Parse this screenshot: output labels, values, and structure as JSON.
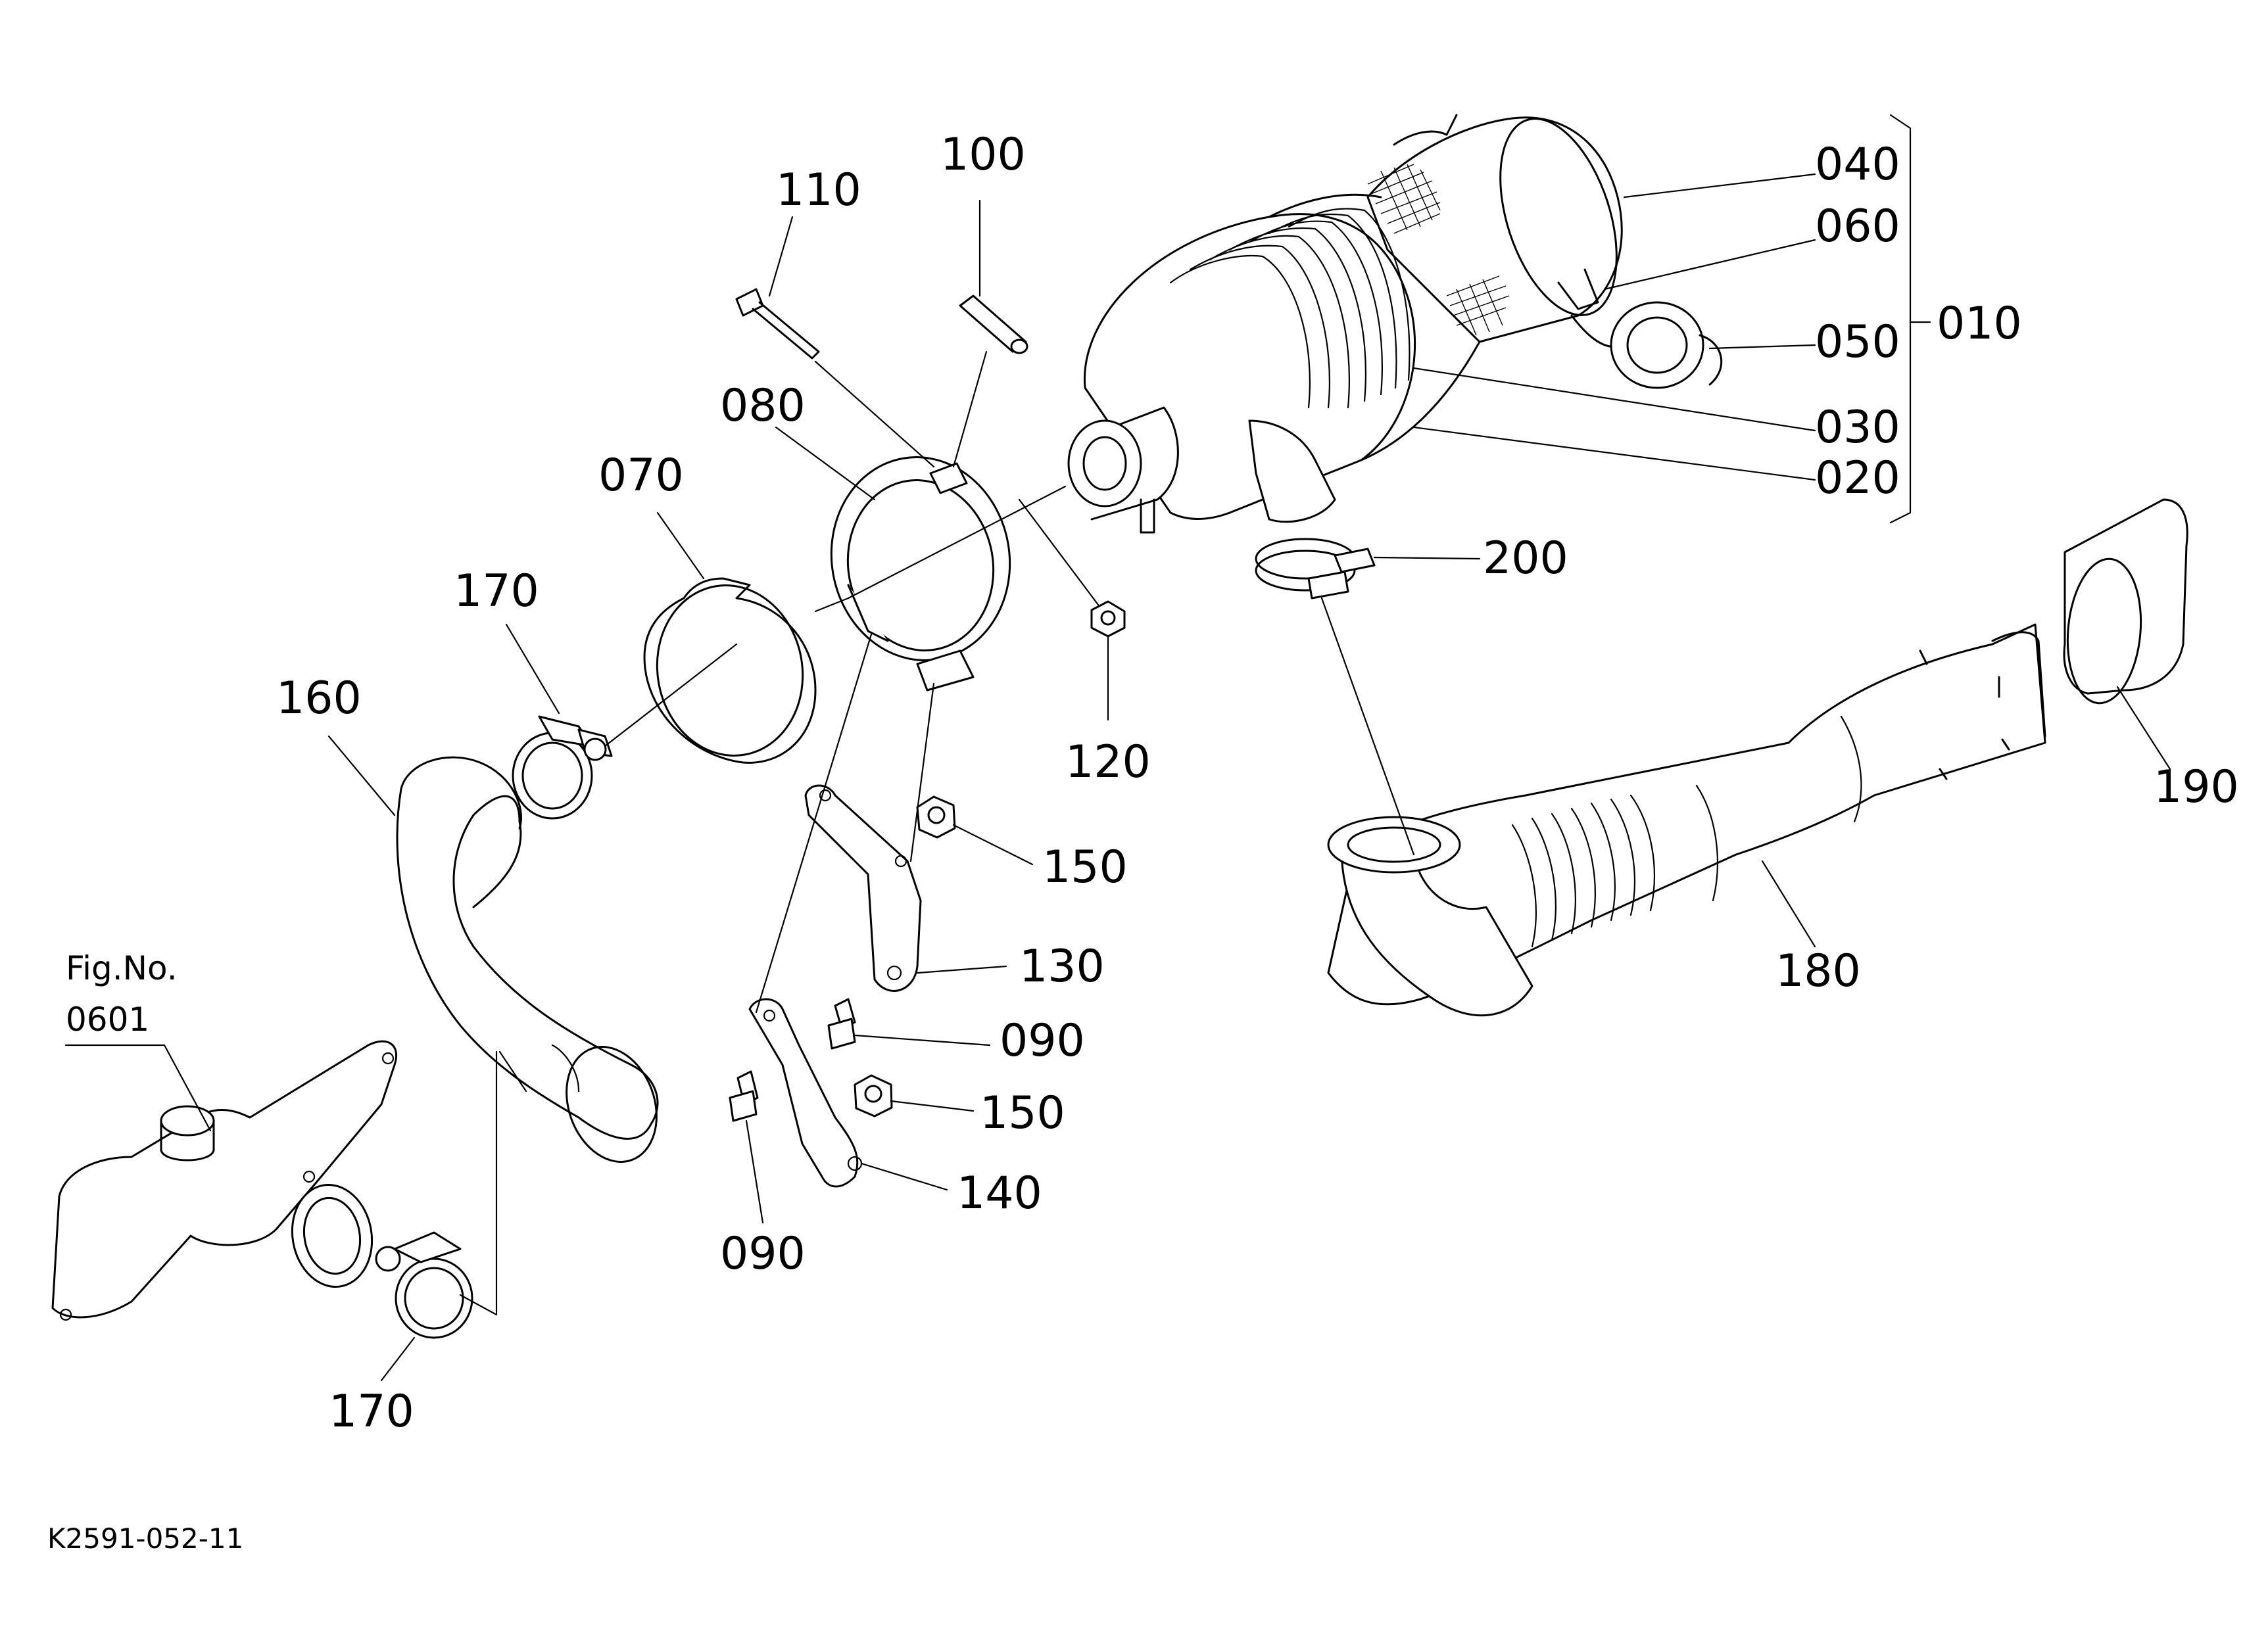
{
  "diagram": {
    "drawing_code": "K2591-052-11",
    "figure_ref": {
      "label": "Fig.No.",
      "number": "0601"
    },
    "group_label": "010",
    "callouts": {
      "c010": "010",
      "c020": "020",
      "c030": "030",
      "c040": "040",
      "c050": "050",
      "c060": "060",
      "c070": "070",
      "c080": "080",
      "c090a": "090",
      "c090b": "090",
      "c100": "100",
      "c110": "110",
      "c120": "120",
      "c130": "130",
      "c140": "140",
      "c150a": "150",
      "c150b": "150",
      "c160": "160",
      "c170a": "170",
      "c170b": "170",
      "c180": "180",
      "c190": "190",
      "c200": "200"
    }
  }
}
